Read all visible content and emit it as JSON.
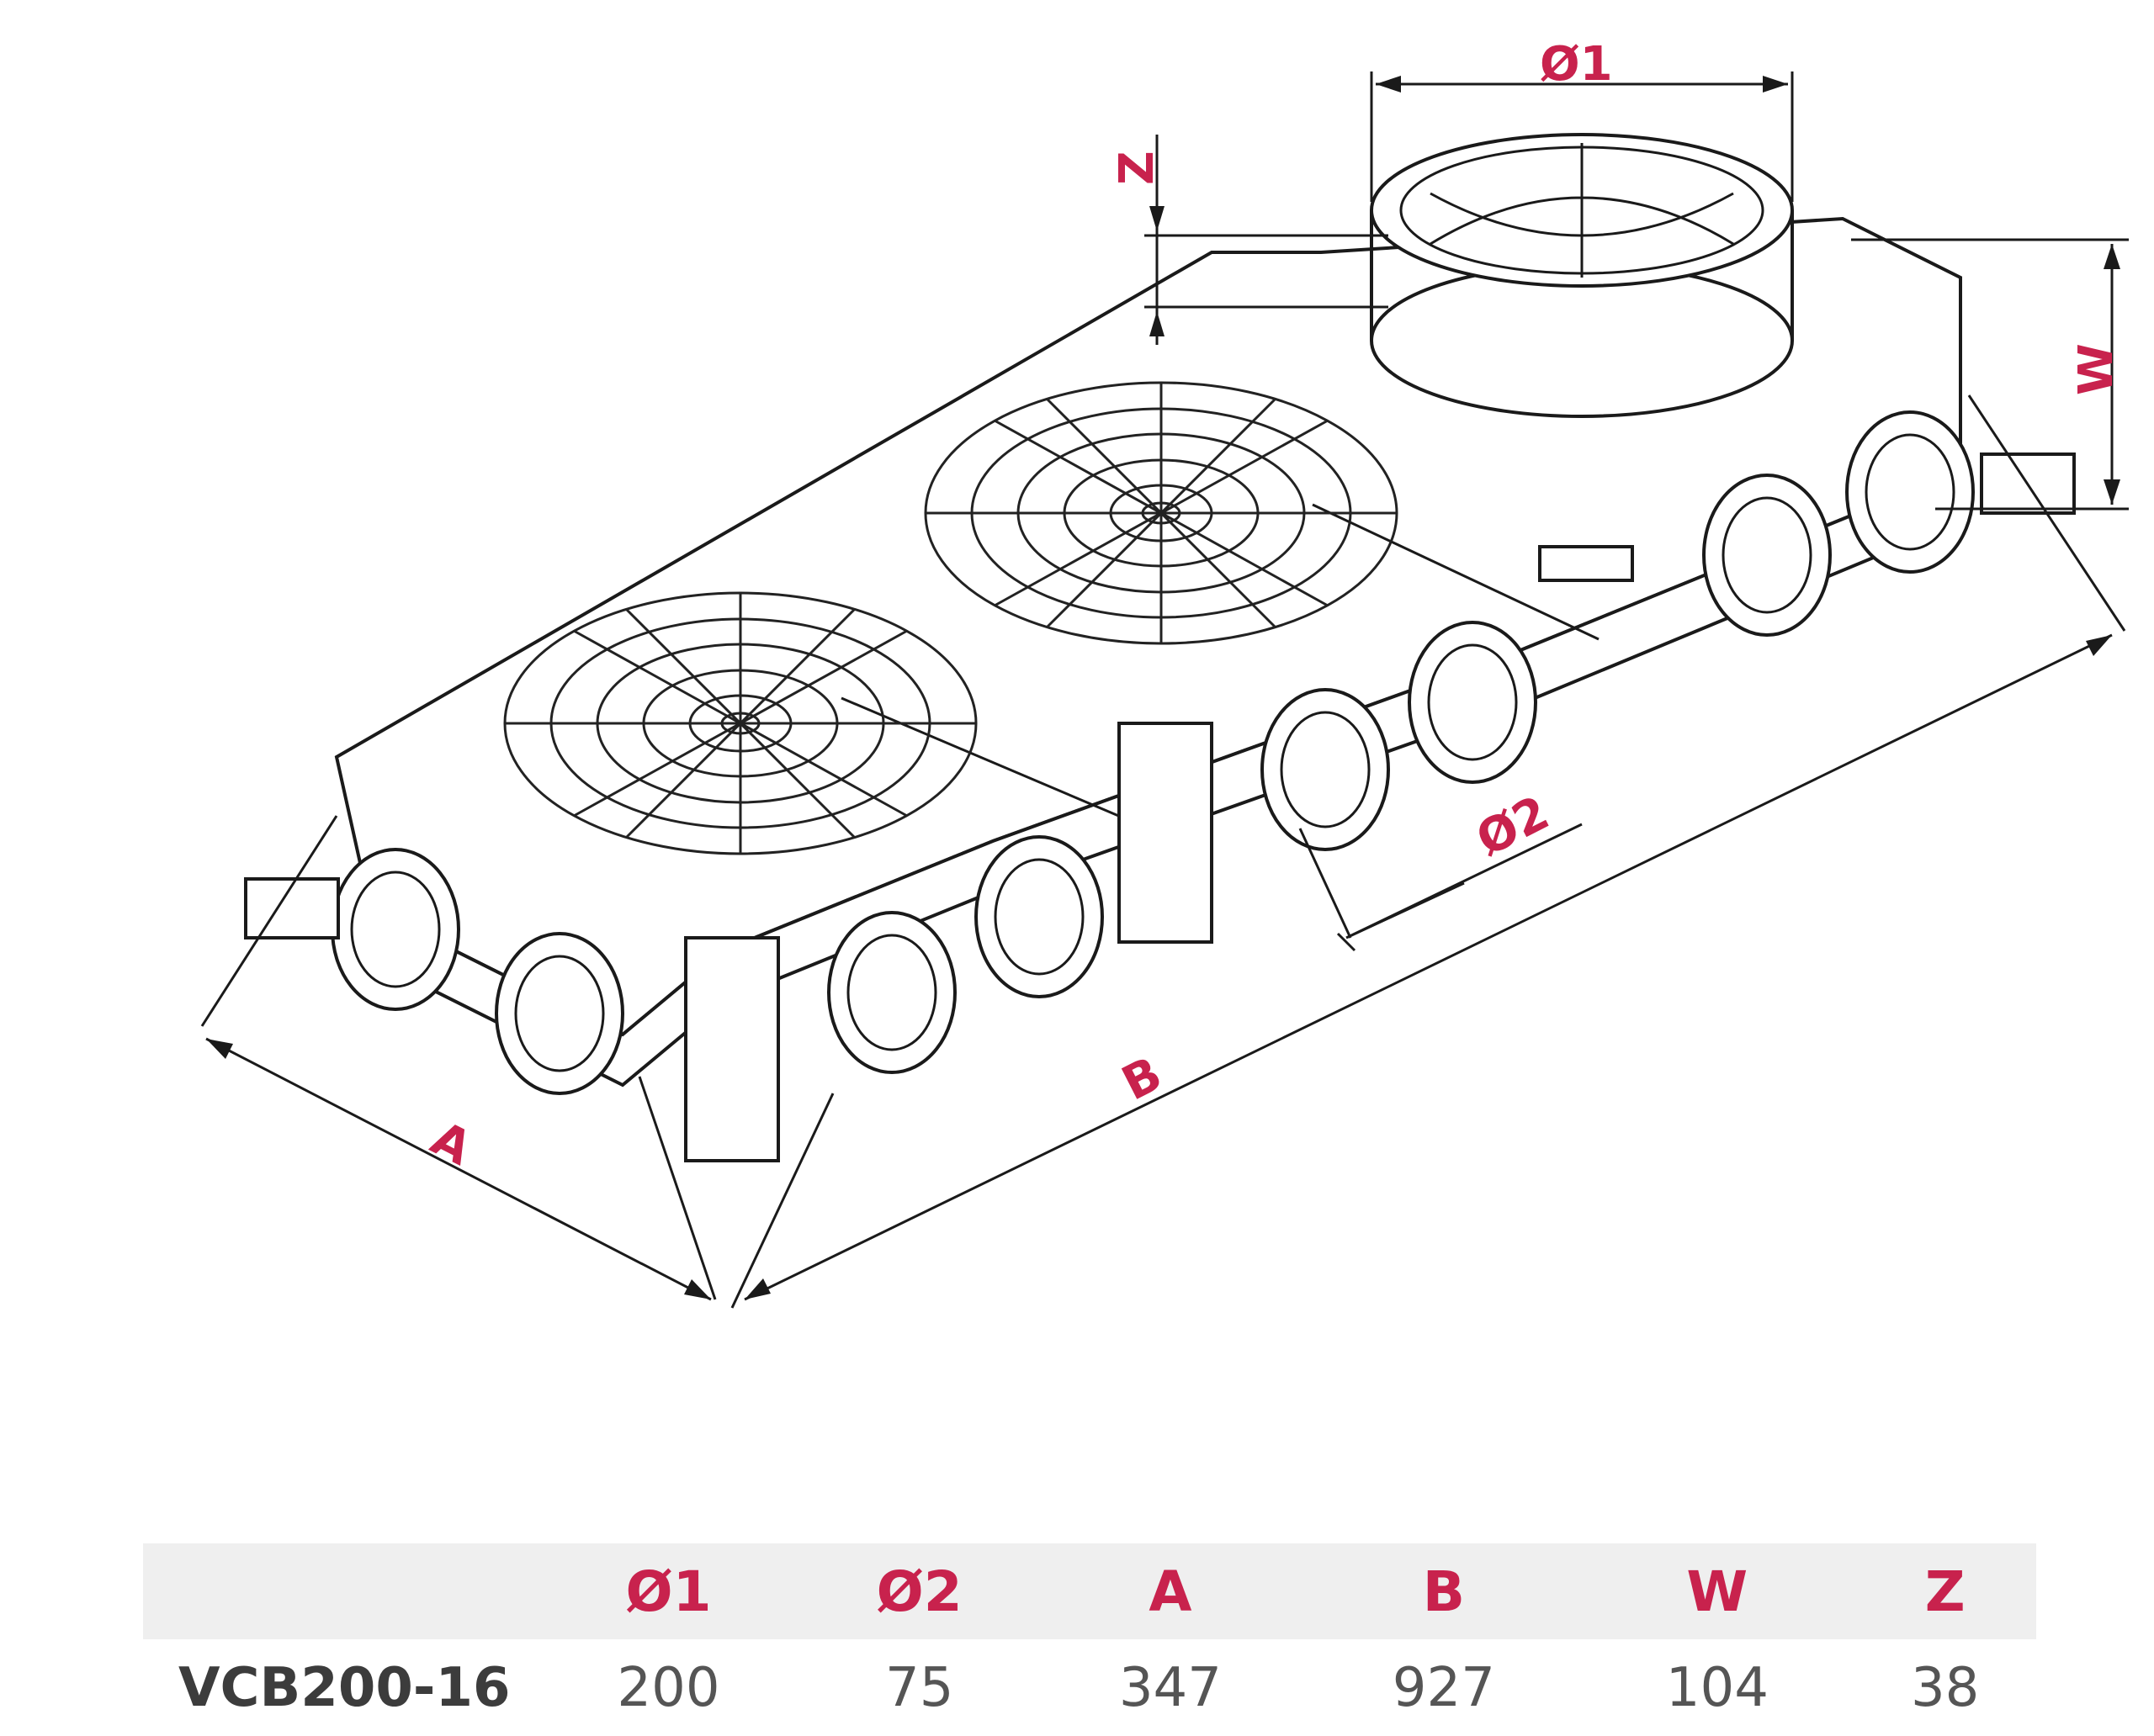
{
  "dimension_labels": {
    "d1": "Ø1",
    "d2": "Ø2",
    "a": "A",
    "b": "B",
    "w": "W",
    "z": "Z"
  },
  "table": {
    "headers": [
      "",
      "Ø1",
      "Ø2",
      "A",
      "B",
      "W",
      "Z"
    ],
    "rows": [
      {
        "model": "VCB200-16",
        "values": [
          "200",
          "75",
          "347",
          "927",
          "104",
          "38"
        ]
      }
    ]
  },
  "colors": {
    "accent": "#c8224d",
    "line": "#1a1a1a",
    "header_bg": "#efefef",
    "value_text": "#555555"
  }
}
